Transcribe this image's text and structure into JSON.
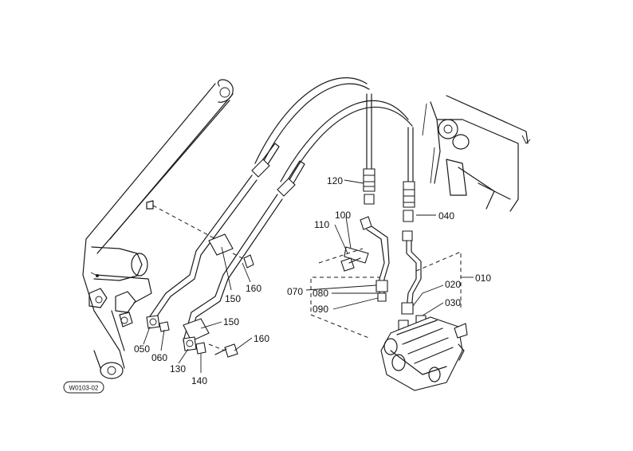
{
  "diagram": {
    "callouts": [
      {
        "id": "c120",
        "text": "120"
      },
      {
        "id": "c110",
        "text": "110"
      },
      {
        "id": "c100",
        "text": "100"
      },
      {
        "id": "c040",
        "text": "040"
      },
      {
        "id": "c010",
        "text": "010"
      },
      {
        "id": "c020",
        "text": "020"
      },
      {
        "id": "c030",
        "text": "030"
      },
      {
        "id": "c070",
        "text": "070"
      },
      {
        "id": "c080",
        "text": "080"
      },
      {
        "id": "c090",
        "text": "090"
      },
      {
        "id": "c150a",
        "text": "150"
      },
      {
        "id": "c160a",
        "text": "160"
      },
      {
        "id": "c150b",
        "text": "150"
      },
      {
        "id": "c160b",
        "text": "160"
      },
      {
        "id": "c050",
        "text": "050"
      },
      {
        "id": "c060",
        "text": "060"
      },
      {
        "id": "c130",
        "text": "130"
      },
      {
        "id": "c140",
        "text": "140"
      }
    ],
    "drawing_code": "W0103-02"
  }
}
